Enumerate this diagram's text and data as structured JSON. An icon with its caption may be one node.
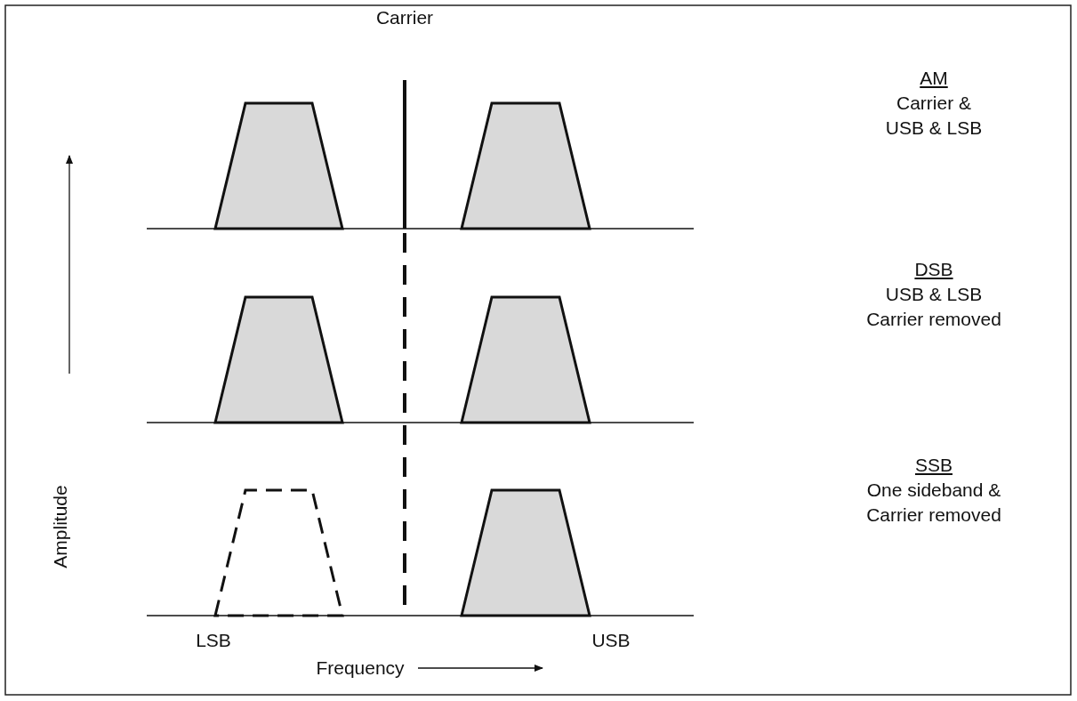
{
  "diagram": {
    "labels": [
      "Carrier",
      "AM",
      "Carrier & USB & LSB",
      "DSB",
      "USB & LSB Carrier removed",
      "SSB",
      "One sideband & Carrier removed",
      "Amplitude",
      "LSB",
      "USB",
      "Frequency"
    ]
  }
}
